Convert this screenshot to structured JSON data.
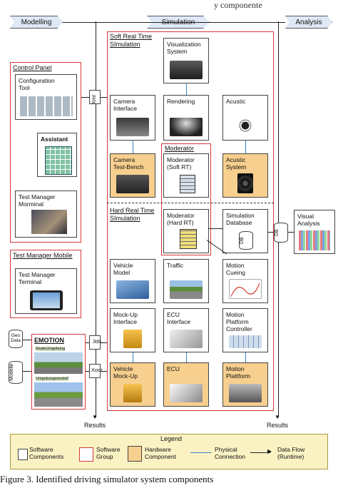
{
  "header_partial": "y componente",
  "phases": [
    "Modelling",
    "Simulation",
    "Analysis"
  ],
  "groups": {
    "control_panel": "Control Panel",
    "test_manager_mobile": "Test Manager Mobile",
    "soft_rt": "Soft Real Time\nSImulation",
    "hard_rt": "Hard Real Time\nSImulation",
    "moderator": "Moderator"
  },
  "components": {
    "configuration_tool": "Configuration\nTool",
    "assistant": "Assistant",
    "test_manager_morminal": "Test Manager\nMorminal",
    "test_manager_terminal": "Test Manager\nTerminal",
    "emotion": "EMOTION",
    "emotion_sub1": "RealeUmgebung",
    "emotion_sub2": "Umgebungsmodell",
    "visualization_system": "Visualization\nSystem",
    "camera_interface": "Camera\nInterface",
    "rendering": "Rendering",
    "acustic": "Acustic",
    "camera_test_bench": "Camera\nTest-Bench",
    "moderator_soft": "Moderator\n(Soft RT)",
    "acustic_system": "Acustic\nSystem",
    "moderator_hard": "Moderator\n(Hard RT)",
    "simulation_database": "Simulation\nDatabase",
    "vehicle_model": "Vehicle\nModel",
    "traffic": "Traffic",
    "motion_cueing": "Motion\nCueing",
    "mockup_interface": "Mock-Up\nInterface",
    "ecu_interface": "ECU\nInterface",
    "motion_platform_controller": "Motion\nPlatform\nController",
    "vehicle_mockup": "Vehicle\nMock-Up",
    "ecu": "ECU",
    "motion_plattform": "Motion\nPlattform",
    "visual_analysis": "Visual\nAnalysis"
  },
  "files": {
    "xml": "Xml",
    "three_ds": "3ds",
    "xodr": "Xodr",
    "geo_data": "Geo\nData",
    "modelle": "Modelle",
    "db_inner": "DB",
    "db_outer": "DB"
  },
  "results": [
    "Results",
    "Results"
  ],
  "legend": {
    "title": "Legend",
    "software_components": "Software\nComponents",
    "software_group": "Software\nGroup",
    "hardware_component": "Hardware\nComponent",
    "physical_connection": "Physical\nConnection",
    "data_flow": "Data Flow\n(Runtime)"
  },
  "caption": "Figure 3.    Identified driving simulator system components",
  "colors": {
    "group_border": "#d23a36",
    "hardware_fill": "#f7cf8e",
    "physical_connection": "#3b83c4",
    "legend_fill": "#fbf2c3"
  }
}
